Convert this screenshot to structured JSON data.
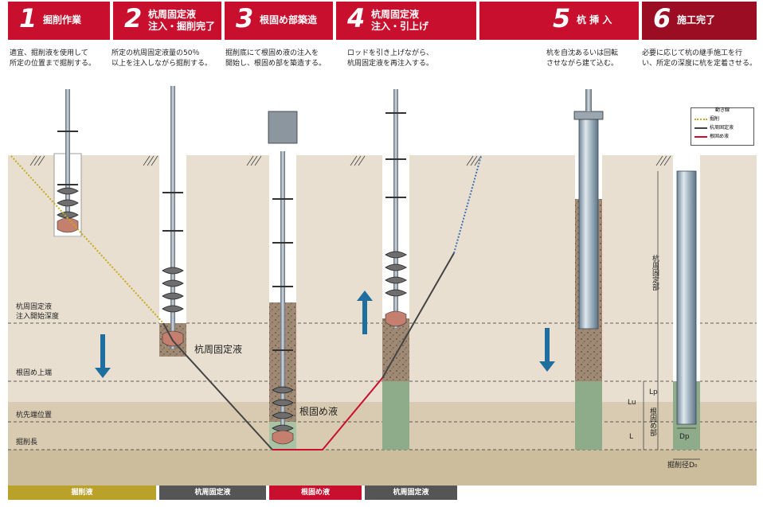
{
  "steps": [
    {
      "num": "1",
      "title_l1": "掘削作業",
      "title_l2": "",
      "desc_l1": "適宜、掘削液を使用して",
      "desc_l2": "所定の位置まで掘削する。"
    },
    {
      "num": "2",
      "title_l1": "杭周固定液",
      "title_l2": "注入・掘削完了",
      "desc_l1": "所定の杭周固定液量の50％",
      "desc_l2": "以上を注入しながら掘削する。"
    },
    {
      "num": "3",
      "title_l1": "根固め部築造",
      "title_l2": "",
      "desc_l1": "掘削底にて根固め液の注入を",
      "desc_l2": "開始し、根固め部を築造する。"
    },
    {
      "num": "4",
      "title_l1": "杭周固定液",
      "title_l2": "注入・引上げ",
      "desc_l1": "ロッドを引き上げながら、",
      "desc_l2": "杭周固定液を再注入する。"
    },
    {
      "num": "5",
      "title_l1": "杭 挿 入",
      "title_l2": "",
      "desc_l1": "杭を自沈あるいは回転",
      "desc_l2": "させながら建て込む。"
    },
    {
      "num": "6",
      "title_l1": "施工完了",
      "title_l2": "",
      "desc_l1": "必要に応じて杭の継手施工を行",
      "desc_l2": "い、所定の深度に杭を定着させる。"
    }
  ],
  "depth_labels": {
    "inject_start_l1": "杭周固定液",
    "inject_start_l2": "注入開始深度",
    "root_top": "根固め上端",
    "tip_position": "杭先端位置",
    "excavation_length": "掘削長"
  },
  "annotations": {
    "pile_fixing_liquid": "杭周固定液",
    "root_liquid": "根固め液",
    "pile_fixing_section": "杭周固定部",
    "root_section": "根固め部",
    "Lu": "Lu",
    "Lp": "Lp",
    "L": "L",
    "Dp": "Dp",
    "excavation_diameter": "掘削径D₀"
  },
  "legend": {
    "title": "動き線",
    "items": [
      {
        "label": "掘削",
        "color": "#c8aa1e",
        "style": "dotted"
      },
      {
        "label": "杭周固定液",
        "color": "#444444",
        "style": "solid"
      },
      {
        "label": "根固め液",
        "color": "#c8102e",
        "style": "solid"
      }
    ]
  },
  "bottom_tags": [
    {
      "label": "掘削液",
      "color": "#b9a12a"
    },
    {
      "label": "杭周固定液",
      "color": "#555555"
    },
    {
      "label": "根固め液",
      "color": "#c8102e"
    },
    {
      "label": "杭周固定液",
      "color": "#555555"
    }
  ],
  "colors": {
    "step_red": "#c8102e",
    "step_dark_red": "#9b0d22",
    "soil": "#e8dfd0",
    "soil_lower": "#d9cdb4",
    "soil_bottom": "#cdbf9f",
    "cement_brown": "#a68e79",
    "root_green": "#8fac8a",
    "arrow_blue": "#1e6f9f"
  }
}
